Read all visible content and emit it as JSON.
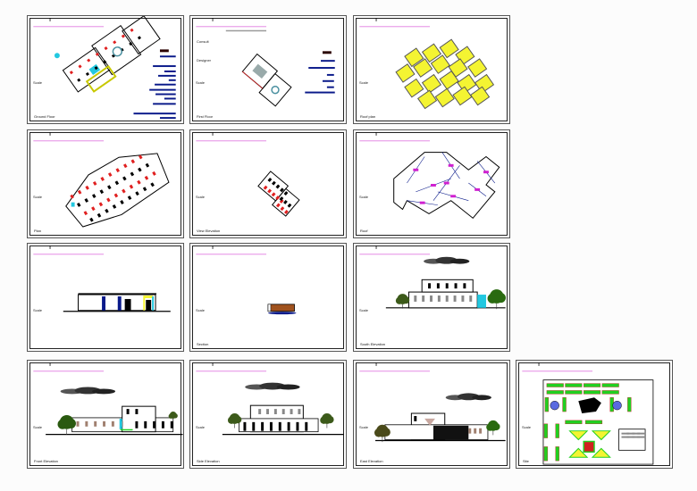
{
  "drawing_set": {
    "background": "#fcfcfc",
    "sheet_count": 13,
    "colors": {
      "frame": "#222222",
      "title_grid": "#e07ae0",
      "logo": "#e8204a",
      "walls": "#000000",
      "furniture_red": "#e02020",
      "roof_yellow": "#f4f432",
      "annotation_magenta": "#d020d0",
      "legend_blue": "#0a1a8a",
      "tree_green": "#3c5a1a",
      "cloud_gray": "#555555"
    },
    "sheets": [
      {
        "id": 1,
        "row": 0,
        "col": 0,
        "type": "ground-floor-plan",
        "title": "Ground Floor",
        "scale_label": "Scale",
        "has_legend_bars": true
      },
      {
        "id": 2,
        "row": 0,
        "col": 1,
        "type": "first-floor-plan",
        "title": "First Floor",
        "scale_label": "Scale",
        "labels": [
          "Consult",
          "Designer"
        ],
        "has_legend_bars": true
      },
      {
        "id": 3,
        "row": 0,
        "col": 2,
        "type": "roof-plan",
        "title": "Roof plan",
        "scale_label": "Scale"
      },
      {
        "id": 4,
        "row": 1,
        "col": 0,
        "type": "furniture-plan",
        "title": "Plan",
        "scale_label": "Scale"
      },
      {
        "id": 5,
        "row": 1,
        "col": 1,
        "type": "upper-plan",
        "title": "View Elevation",
        "scale_label": "Scale"
      },
      {
        "id": 6,
        "row": 1,
        "col": 2,
        "type": "slope-plan",
        "title": "Roof",
        "scale_label": "Scale"
      },
      {
        "id": 7,
        "row": 2,
        "col": 0,
        "type": "section",
        "title": "",
        "scale_label": "Scale"
      },
      {
        "id": 8,
        "row": 2,
        "col": 1,
        "type": "detail",
        "title": "Section",
        "scale_label": "Scale"
      },
      {
        "id": 9,
        "row": 2,
        "col": 2,
        "type": "elevation-south",
        "title": "South Elevation",
        "scale_label": "Scale"
      },
      {
        "id": 10,
        "row": 3,
        "col": 0,
        "type": "elevation-front",
        "title": "Front Elevation",
        "scale_label": "Scale"
      },
      {
        "id": 11,
        "row": 3,
        "col": 1,
        "type": "elevation-side",
        "title": "Side Elevation",
        "scale_label": "Scale"
      },
      {
        "id": 12,
        "row": 3,
        "col": 2,
        "type": "elevation-east",
        "title": "East Elevation",
        "scale_label": "Scale"
      },
      {
        "id": 13,
        "row": 3,
        "col": 3,
        "type": "site-plan",
        "title": "Site",
        "scale_label": "Scale"
      }
    ]
  }
}
